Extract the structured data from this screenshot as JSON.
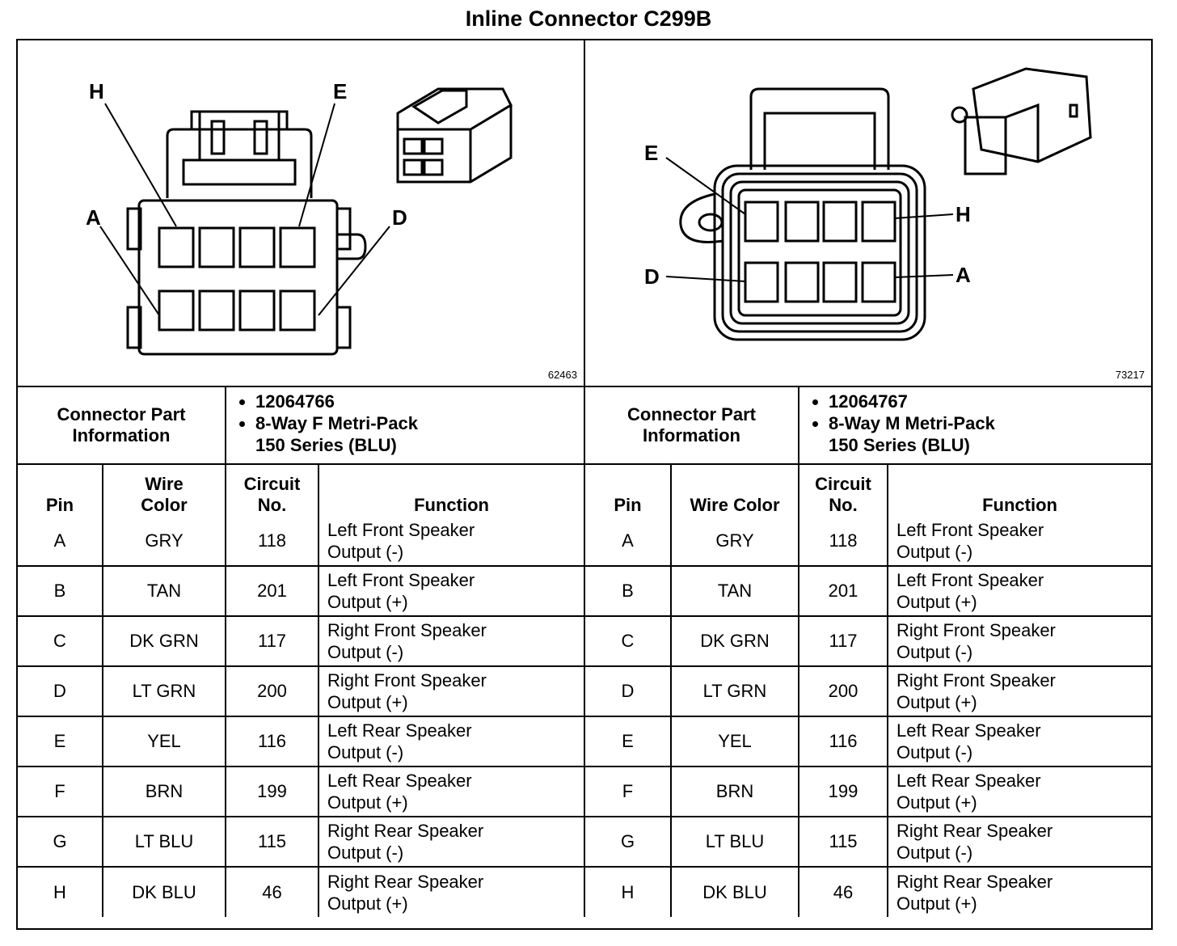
{
  "title": "Inline Connector C299B",
  "left": {
    "figure_number": "62463",
    "pin_letters": {
      "h": "H",
      "e": "E",
      "a": "A",
      "d": "D"
    },
    "part_info_label_1": "Connector Part",
    "part_info_label_2": "Information",
    "part_number": "12064766",
    "part_desc_1": "8-Way F Metri-Pack",
    "part_desc_2": "150 Series (BLU)",
    "headers": {
      "pin": "Pin",
      "wire_1": "Wire",
      "wire_2": "Color",
      "circuit_1": "Circuit",
      "circuit_2": "No.",
      "function": "Function"
    },
    "rows": [
      {
        "pin": "A",
        "color": "GRY",
        "circuit": "118",
        "fn1": "Left Front Speaker",
        "fn2": "Output (-)"
      },
      {
        "pin": "B",
        "color": "TAN",
        "circuit": "201",
        "fn1": "Left Front Speaker",
        "fn2": "Output (+)"
      },
      {
        "pin": "C",
        "color": "DK GRN",
        "circuit": "117",
        "fn1": "Right Front Speaker",
        "fn2": "Output (-)"
      },
      {
        "pin": "D",
        "color": "LT GRN",
        "circuit": "200",
        "fn1": "Right Front Speaker",
        "fn2": "Output (+)"
      },
      {
        "pin": "E",
        "color": "YEL",
        "circuit": "116",
        "fn1": "Left Rear Speaker",
        "fn2": "Output (-)"
      },
      {
        "pin": "F",
        "color": "BRN",
        "circuit": "199",
        "fn1": "Left Rear Speaker",
        "fn2": "Output (+)"
      },
      {
        "pin": "G",
        "color": "LT BLU",
        "circuit": "115",
        "fn1": "Right Rear Speaker",
        "fn2": "Output (-)"
      },
      {
        "pin": "H",
        "color": "DK BLU",
        "circuit": "46",
        "fn1": "Right Rear Speaker",
        "fn2": "Output (+)"
      }
    ]
  },
  "right": {
    "figure_number": "73217",
    "pin_letters": {
      "e": "E",
      "h": "H",
      "d": "D",
      "a": "A"
    },
    "part_info_label_1": "Connector Part",
    "part_info_label_2": "Information",
    "part_number": "12064767",
    "part_desc_1": "8-Way M Metri-Pack",
    "part_desc_2": "150 Series (BLU)",
    "headers": {
      "pin": "Pin",
      "wire": "Wire Color",
      "circuit_1": "Circuit",
      "circuit_2": "No.",
      "function": "Function"
    },
    "rows": [
      {
        "pin": "A",
        "color": "GRY",
        "circuit": "118",
        "fn1": "Left Front Speaker",
        "fn2": "Output (-)"
      },
      {
        "pin": "B",
        "color": "TAN",
        "circuit": "201",
        "fn1": "Left Front Speaker",
        "fn2": "Output (+)"
      },
      {
        "pin": "C",
        "color": "DK GRN",
        "circuit": "117",
        "fn1": "Right Front Speaker",
        "fn2": "Output (-)"
      },
      {
        "pin": "D",
        "color": "LT GRN",
        "circuit": "200",
        "fn1": "Right Front Speaker",
        "fn2": "Output (+)"
      },
      {
        "pin": "E",
        "color": "YEL",
        "circuit": "116",
        "fn1": "Left Rear Speaker",
        "fn2": "Output (-)"
      },
      {
        "pin": "F",
        "color": "BRN",
        "circuit": "199",
        "fn1": "Left Rear Speaker",
        "fn2": "Output (+)"
      },
      {
        "pin": "G",
        "color": "LT BLU",
        "circuit": "115",
        "fn1": "Right Rear Speaker",
        "fn2": "Output (-)"
      },
      {
        "pin": "H",
        "color": "DK BLU",
        "circuit": "46",
        "fn1": "Right Rear Speaker",
        "fn2": "Output (+)"
      }
    ]
  }
}
